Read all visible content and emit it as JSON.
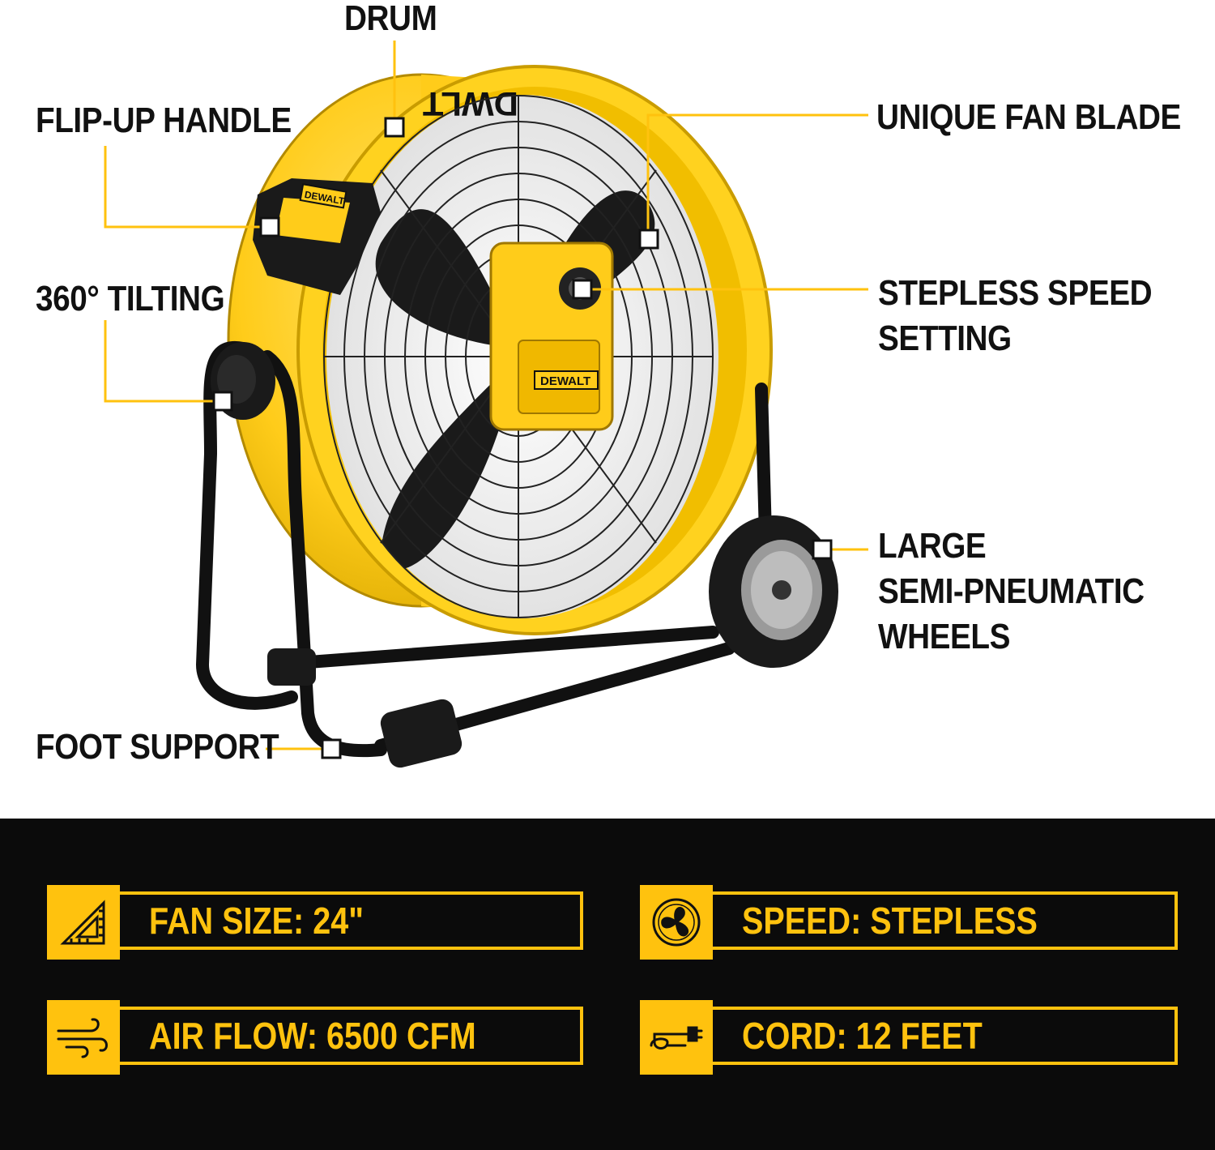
{
  "callouts": {
    "drum": "DRUM",
    "flip_up_handle": "FLIP-UP HANDLE",
    "unique_fan_blade": "UNIQUE FAN BLADE",
    "tilting_line1": "360° TILTING",
    "stepless_line1": "STEPLESS SPEED",
    "stepless_line2": "SETTING",
    "wheels_line1": "LARGE",
    "wheels_line2": "SEMI-PNEUMATIC",
    "wheels_line3": "WHEELS",
    "foot_support": "FOOT SUPPORT"
  },
  "product": {
    "brand_logo": "DEWALT",
    "body_color": "#ffcc1a",
    "frame_color": "#111111"
  },
  "specs": [
    {
      "label": "FAN SIZE: 24\"",
      "icon": "ruler-triangle-icon"
    },
    {
      "label": "SPEED: STEPLESS",
      "icon": "fan-icon"
    },
    {
      "label": "AIR FLOW: 6500 CFM",
      "icon": "wind-icon"
    },
    {
      "label": "CORD: 12 FEET",
      "icon": "power-plug-icon"
    }
  ],
  "colors": {
    "accent": "#ffc20e",
    "panel_background": "#0b0b0b",
    "callout_text": "#111111"
  }
}
